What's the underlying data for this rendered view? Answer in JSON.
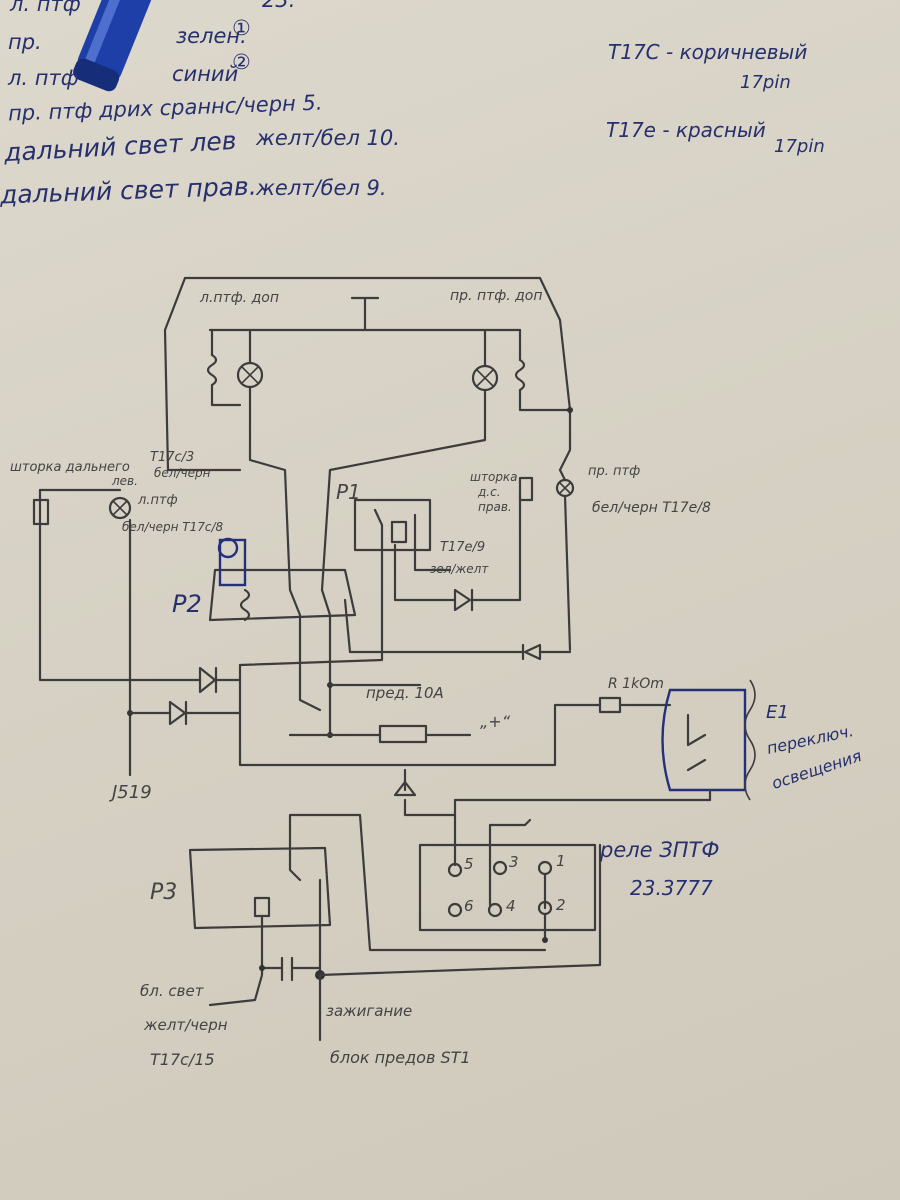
{
  "notes": [
    "л. птф",
    "23.",
    "пр.",
    "зелен.",
    "①",
    "л. птф",
    "синий",
    "②",
    "пр. птф дрих сраннс/черн 5.",
    "дальний свет лев",
    "желт/бел 10.",
    "дальний свет прав.",
    "желт/бел 9."
  ],
  "connectors": {
    "t17c": "T17C - коричневый",
    "t17c_pins": "17pin",
    "t17e": "T17e - красный",
    "t17e_pins": "17pin"
  },
  "labels": {
    "left_fog_extra": "л.птф. доп",
    "right_fog_extra": "пр. птф. доп",
    "p1": "P1",
    "p2": "P2",
    "p3": "P3",
    "high_beam_curtain_left_1": "шторка дальнего",
    "high_beam_curtain_left_2": "лев.",
    "t17c3": "T17c/3",
    "bel_chern_1": "бел/черн",
    "left_fog": "л.птф",
    "bel_chern_t17c8": "бел/черн T17c/8",
    "curtain_right_1": "шторка",
    "curtain_right_2": "д.с.",
    "curtain_right_3": "прав.",
    "right_fog": "пр. птф",
    "bel_chern_t17e8": "бел/черн T17e/8",
    "t17e9": "T17e/9",
    "zel_zhelt": "зел/желт",
    "fuse": "пред. 10А",
    "plus": "„+“",
    "resistor": "R  1kOm",
    "e1": "E1",
    "e1_desc_1": "переключ.",
    "e1_desc_2": "освещения",
    "j519": "J519",
    "relay_name": "реле ЗПТФ",
    "relay_model": "23.3777",
    "pin5": "5",
    "pin3": "3",
    "pin1": "1",
    "pin6": "6",
    "pin4": "4",
    "pin2": "2",
    "low_beam": "бл. свет",
    "zhelt_chern": "желт/черн",
    "t17c15": "T17c/15",
    "ignition": "зажигание",
    "fuse_block": "блок предов ST1"
  }
}
